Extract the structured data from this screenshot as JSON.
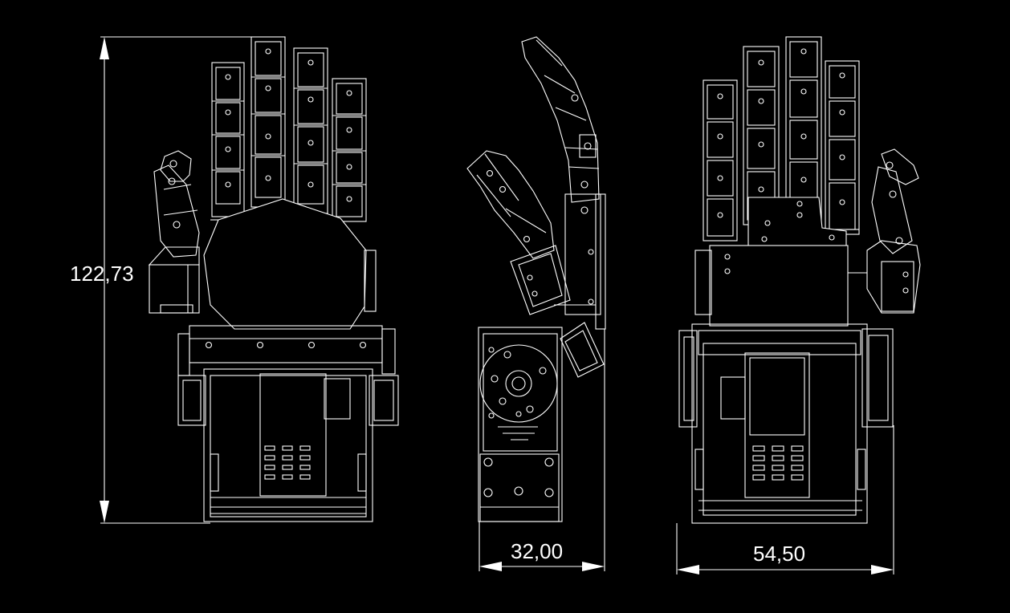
{
  "drawing": {
    "background": "#000000",
    "line_color": "#ffffff",
    "dimensions": {
      "height": "122,73",
      "side_width": "32,00",
      "back_width": "54,50"
    }
  }
}
